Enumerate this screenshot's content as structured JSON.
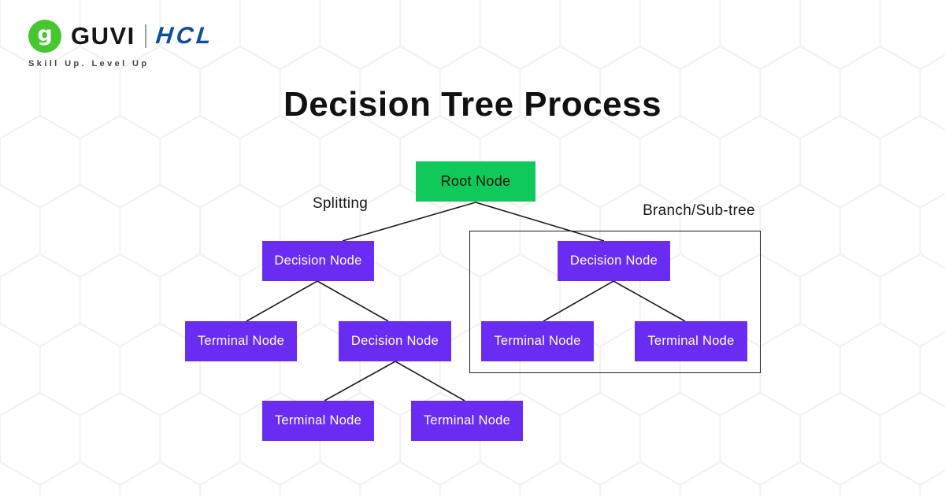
{
  "brand": {
    "guvi": "GUVI",
    "hcl": "HCL",
    "logo_mark": "g",
    "tagline": "Skill Up. Level Up"
  },
  "title": "Decision Tree Process",
  "diagram": {
    "labels": {
      "splitting": "Splitting",
      "branch_subtree": "Branch/Sub-tree"
    },
    "nodes": {
      "root": "Root Node",
      "decision_left": "Decision Node",
      "decision_right": "Decision Node",
      "terminal_left": "Terminal Node",
      "decision_mid": "Decision Node",
      "terminal_r1": "Terminal Node",
      "terminal_r2": "Terminal Node",
      "terminal_b1": "Terminal Node",
      "terminal_b2": "Terminal Node"
    }
  },
  "colors": {
    "root_node_bg": "#0FC95B",
    "root_text": "#0E150F",
    "node_bg": "#6A2CF2",
    "node_text": "#FFFFFF",
    "line": "#1B1B1B",
    "guvi_green": "#46C72F",
    "hcl_blue": "#0B4EA2",
    "title_color": "#111111",
    "pattern_line": "#F1F1F1"
  }
}
